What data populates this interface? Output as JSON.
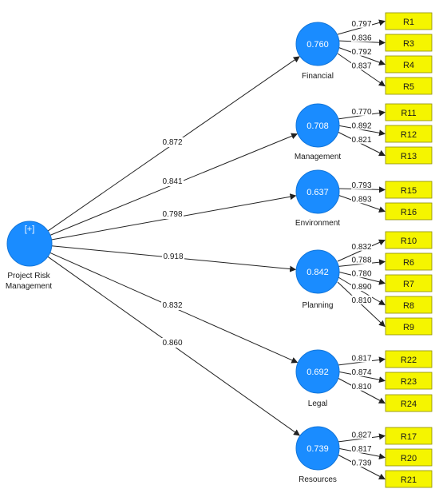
{
  "colors": {
    "node": "#1a8cff",
    "node_stroke": "#1275d9",
    "indicator_fill": "#f5f500",
    "indicator_stroke": "#8a8a00",
    "edge": "#222222"
  },
  "source": {
    "label_line1": "Project Risk",
    "label_line2": "Management",
    "badge": "[+]"
  },
  "constructs": [
    {
      "name": "Financial",
      "value": "0.760",
      "path": "0.872",
      "indicators": [
        {
          "label": "R1",
          "loading": "0.797"
        },
        {
          "label": "R3",
          "loading": "0.836"
        },
        {
          "label": "R4",
          "loading": "0.792"
        },
        {
          "label": "R5",
          "loading": "0.837"
        }
      ]
    },
    {
      "name": "Management",
      "value": "0.708",
      "path": "0.841",
      "indicators": [
        {
          "label": "R11",
          "loading": "0.770"
        },
        {
          "label": "R12",
          "loading": "0.892"
        },
        {
          "label": "R13",
          "loading": "0.821"
        }
      ]
    },
    {
      "name": "Environment",
      "value": "0.637",
      "path": "0.798",
      "indicators": [
        {
          "label": "R15",
          "loading": "0.793"
        },
        {
          "label": "R16",
          "loading": "0.893"
        }
      ]
    },
    {
      "name": "Planning",
      "value": "0.842",
      "path": "0.918",
      "indicators": [
        {
          "label": "R10",
          "loading": "0.832"
        },
        {
          "label": "R6",
          "loading": "0.788"
        },
        {
          "label": "R7",
          "loading": "0.780"
        },
        {
          "label": "R8",
          "loading": "0.890"
        },
        {
          "label": "R9",
          "loading": "0.810"
        }
      ]
    },
    {
      "name": "Legal",
      "value": "0.692",
      "path": "0.832",
      "indicators": [
        {
          "label": "R22",
          "loading": "0.817"
        },
        {
          "label": "R23",
          "loading": "0.874"
        },
        {
          "label": "R24",
          "loading": "0.810"
        }
      ]
    },
    {
      "name": "Resources",
      "value": "0.739",
      "path": "0.860",
      "indicators": [
        {
          "label": "R17",
          "loading": "0.827"
        },
        {
          "label": "R20",
          "loading": "0.817"
        },
        {
          "label": "R21",
          "loading": "0.739"
        }
      ]
    }
  ]
}
